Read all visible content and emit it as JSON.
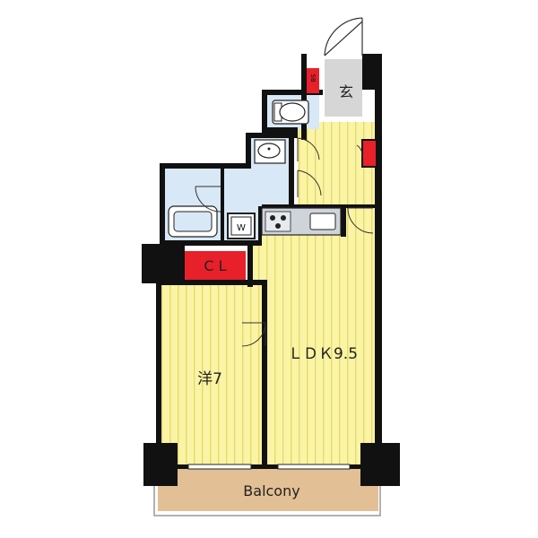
{
  "labels": {
    "entrance": "玄",
    "shoe_box": "SB",
    "closet": "C L",
    "washer": "W",
    "western_room": "洋7",
    "ldk": "ＬＤＫ9.5",
    "balcony": "Balcony"
  },
  "colors": {
    "wall": "#111111",
    "floor_yellow": "#fbf4a6",
    "floor_stripe": "#e8dc6c",
    "wet_area": "#d8e8f6",
    "entrance_floor": "#d6d6d6",
    "storage_red": "#e8202a",
    "balcony": "#e3bf95",
    "counter": "#cfd4da"
  }
}
